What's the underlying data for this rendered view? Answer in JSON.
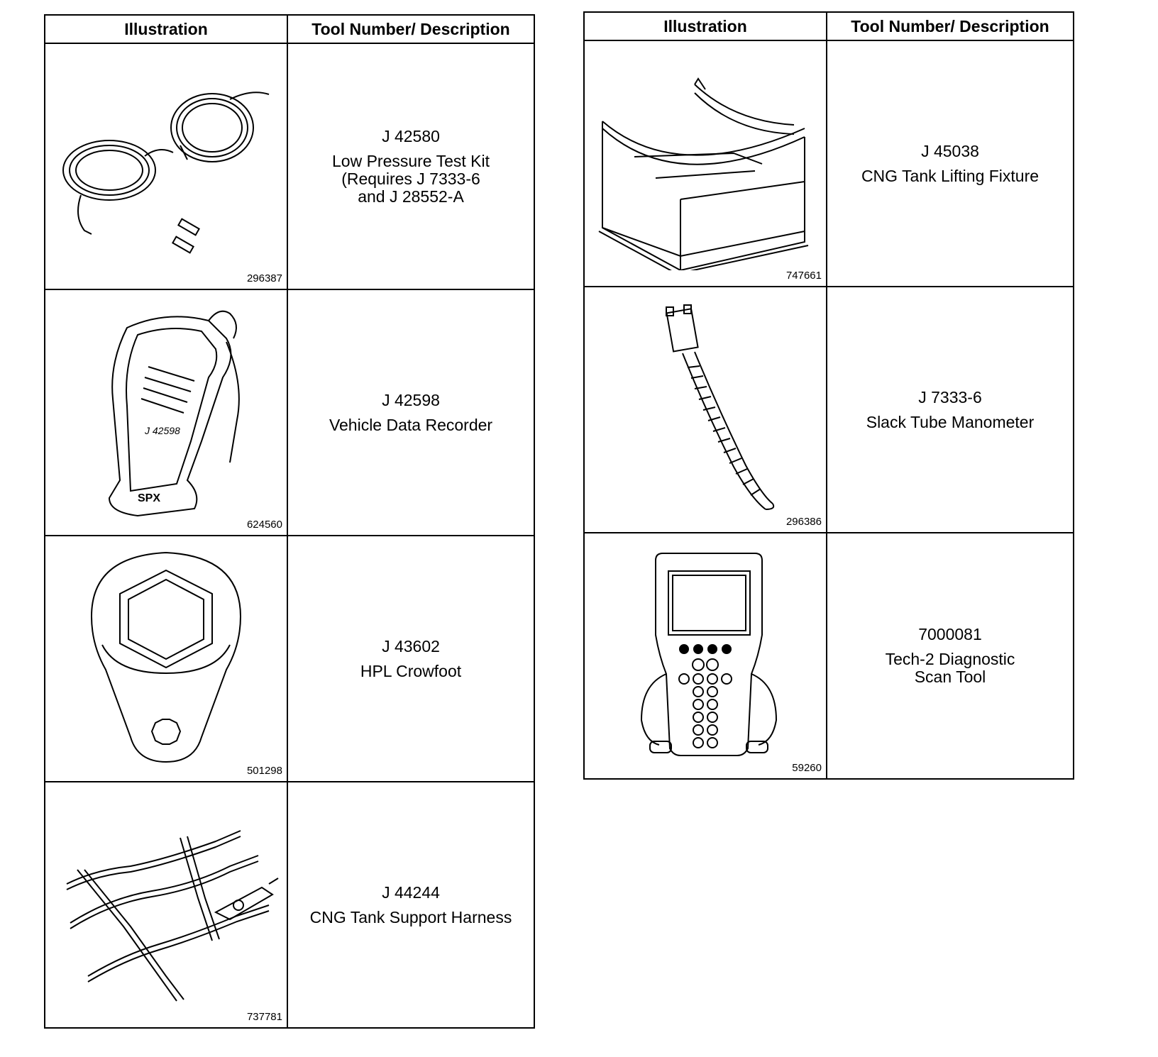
{
  "tables": [
    {
      "headers": {
        "illustration": "Illustration",
        "description": "Tool Number/ Description"
      },
      "rows": [
        {
          "figure": "296387",
          "icon": "hose-kit-icon",
          "code": "J 42580",
          "desc": [
            "Low Pressure Test Kit",
            "(Requires J 7333-6",
            "and J 28552-A"
          ]
        },
        {
          "figure": "624560",
          "icon": "vehicle-data-recorder-icon",
          "code": "J 42598",
          "desc": [
            "Vehicle Data Recorder"
          ]
        },
        {
          "figure": "501298",
          "icon": "crowfoot-icon",
          "code": "J 43602",
          "desc": [
            "HPL Crowfoot"
          ]
        },
        {
          "figure": "737781",
          "icon": "harness-icon",
          "code": "J 44244",
          "desc": [
            "CNG Tank Support Harness"
          ]
        }
      ]
    },
    {
      "headers": {
        "illustration": "Illustration",
        "description": "Tool Number/ Description"
      },
      "rows": [
        {
          "figure": "747661",
          "icon": "lifting-fixture-icon",
          "code": "J 45038",
          "desc": [
            "CNG Tank Lifting Fixture"
          ]
        },
        {
          "figure": "296386",
          "icon": "manometer-icon",
          "code": "J 7333-6",
          "desc": [
            "Slack Tube Manometer"
          ]
        },
        {
          "figure": "59260",
          "icon": "scan-tool-icon",
          "code": "7000081",
          "desc": [
            "Tech-2 Diagnostic",
            "Scan Tool"
          ]
        }
      ]
    }
  ]
}
